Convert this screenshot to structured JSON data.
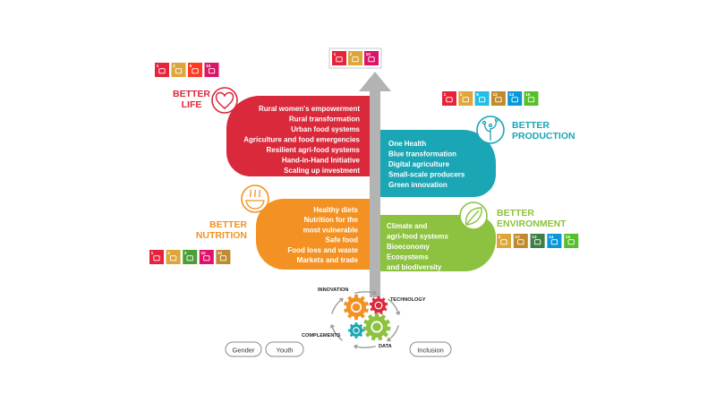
{
  "axis": {
    "color": "#b3b3b3"
  },
  "top_sdgs": [
    {
      "num": "1",
      "color": "#e5243b"
    },
    {
      "num": "2",
      "color": "#dda63a"
    },
    {
      "num": "10",
      "color": "#dd1367"
    }
  ],
  "life": {
    "heading": [
      "BETTER",
      "LIFE"
    ],
    "color": "#d9293a",
    "items": [
      "Rural women's empowerment",
      "Rural transformation",
      "Urban food systems",
      "Agriculture and food emergencies",
      "Resilient agri-food systems",
      "Hand-in-Hand Initiative",
      "Scaling up investment"
    ],
    "sdgs": [
      {
        "num": "1",
        "color": "#e5243b"
      },
      {
        "num": "2",
        "color": "#dda63a"
      },
      {
        "num": "5",
        "color": "#ff3a21"
      },
      {
        "num": "10",
        "color": "#dd1367"
      }
    ]
  },
  "production": {
    "heading": [
      "BETTER",
      "PRODUCTION"
    ],
    "color": "#1aa6b4",
    "items": [
      "One Health",
      "Blue transformation",
      "Digital agriculture",
      "Small-scale producers",
      "Green innovation"
    ],
    "sdgs": [
      {
        "num": "1",
        "color": "#e5243b"
      },
      {
        "num": "2",
        "color": "#dda63a"
      },
      {
        "num": "6",
        "color": "#26bde2"
      },
      {
        "num": "12",
        "color": "#bf8b2e"
      },
      {
        "num": "14",
        "color": "#0a97d9"
      },
      {
        "num": "15",
        "color": "#56c02b"
      }
    ]
  },
  "nutrition": {
    "heading": [
      "BETTER",
      "NUTRITION"
    ],
    "color": "#f39222",
    "items": [
      "Healthy diets",
      "Nutrition for the",
      "most vulnerable",
      "Safe food",
      "Food loss and waste",
      "Markets and trade"
    ],
    "sdgs": [
      {
        "num": "1",
        "color": "#e5243b"
      },
      {
        "num": "2",
        "color": "#dda63a"
      },
      {
        "num": "3",
        "color": "#4c9f38"
      },
      {
        "num": "10",
        "color": "#dd1367"
      },
      {
        "num": "12",
        "color": "#bf8b2e"
      }
    ]
  },
  "environment": {
    "heading": [
      "BETTER",
      "ENVIRONMENT"
    ],
    "color": "#8cc23f",
    "items": [
      "Climate and",
      "agri-food systems",
      "Bioeconomy",
      "Ecosystems",
      "and biodiversity"
    ],
    "sdgs": [
      {
        "num": "2",
        "color": "#dda63a"
      },
      {
        "num": "12",
        "color": "#bf8b2e"
      },
      {
        "num": "13",
        "color": "#3f7e44"
      },
      {
        "num": "14",
        "color": "#0a97d9"
      },
      {
        "num": "15",
        "color": "#56c02b"
      }
    ]
  },
  "accelerators": {
    "innovation": "INNOVATION",
    "technology": "TECHNOLOGY",
    "data": "DATA",
    "complements": "COMPLEMENTS",
    "gear_colors": [
      "#f39222",
      "#d9293a",
      "#8cc23f",
      "#1aa6b4"
    ]
  },
  "cross_cutting": [
    "Gender",
    "Youth",
    "Inclusion"
  ]
}
